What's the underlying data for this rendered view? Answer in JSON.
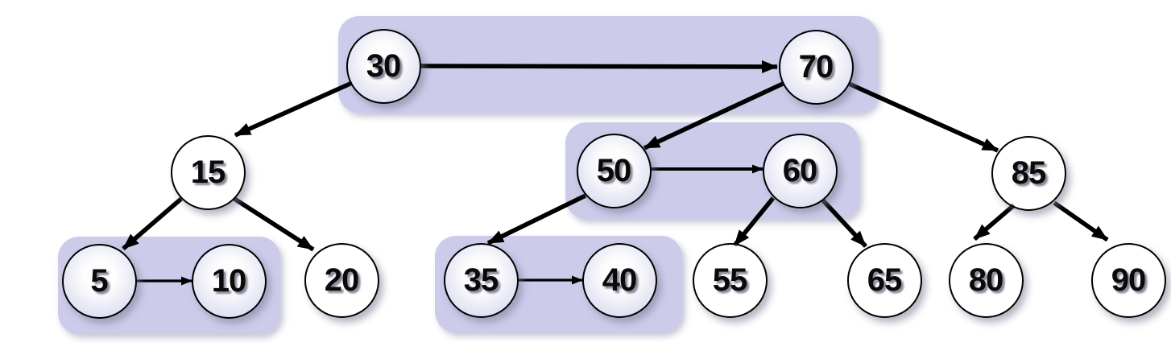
{
  "diagram": {
    "type": "tree",
    "nodes": [
      {
        "id": "30",
        "label": "30"
      },
      {
        "id": "70",
        "label": "70"
      },
      {
        "id": "15",
        "label": "15"
      },
      {
        "id": "50",
        "label": "50"
      },
      {
        "id": "60",
        "label": "60"
      },
      {
        "id": "85",
        "label": "85"
      },
      {
        "id": "5",
        "label": "5"
      },
      {
        "id": "10",
        "label": "10"
      },
      {
        "id": "20",
        "label": "20"
      },
      {
        "id": "35",
        "label": "35"
      },
      {
        "id": "40",
        "label": "40"
      },
      {
        "id": "55",
        "label": "55"
      },
      {
        "id": "65",
        "label": "65"
      },
      {
        "id": "80",
        "label": "80"
      },
      {
        "id": "90",
        "label": "90"
      }
    ],
    "groups": [
      {
        "members": [
          "30",
          "70"
        ]
      },
      {
        "members": [
          "50",
          "60"
        ]
      },
      {
        "members": [
          "5",
          "10"
        ]
      },
      {
        "members": [
          "35",
          "40"
        ]
      }
    ],
    "edges": [
      {
        "from": "30",
        "to": "70"
      },
      {
        "from": "30",
        "to": "15"
      },
      {
        "from": "70",
        "to": "50"
      },
      {
        "from": "70",
        "to": "85"
      },
      {
        "from": "15",
        "to": "5"
      },
      {
        "from": "15",
        "to": "20"
      },
      {
        "from": "50",
        "to": "60"
      },
      {
        "from": "50",
        "to": "35"
      },
      {
        "from": "60",
        "to": "55"
      },
      {
        "from": "60",
        "to": "65"
      },
      {
        "from": "85",
        "to": "80"
      },
      {
        "from": "85",
        "to": "90"
      },
      {
        "from": "5",
        "to": "10"
      },
      {
        "from": "35",
        "to": "40"
      }
    ]
  },
  "colors": {
    "background": "#ffffff",
    "group_fill": "#ccccea",
    "node_stroke": "#000000",
    "node_label": "#0a0a0a",
    "edge": "#000000"
  }
}
